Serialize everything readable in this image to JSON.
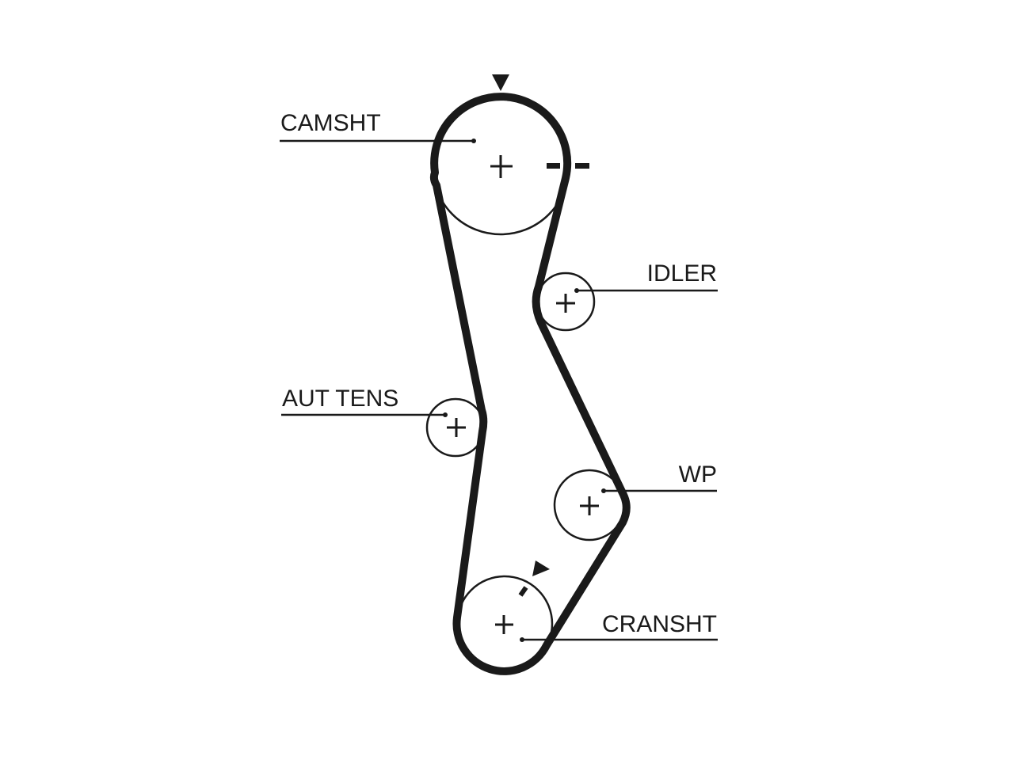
{
  "diagram": {
    "labels": {
      "camshaft": "CAMSHT",
      "idler": "IDLER",
      "auto_tensioner": "AUT TENS",
      "water_pump": "WP",
      "crankshaft": "CRANSHT"
    },
    "colors": {
      "ink": "#1a1a1a",
      "background": "#ffffff"
    }
  }
}
